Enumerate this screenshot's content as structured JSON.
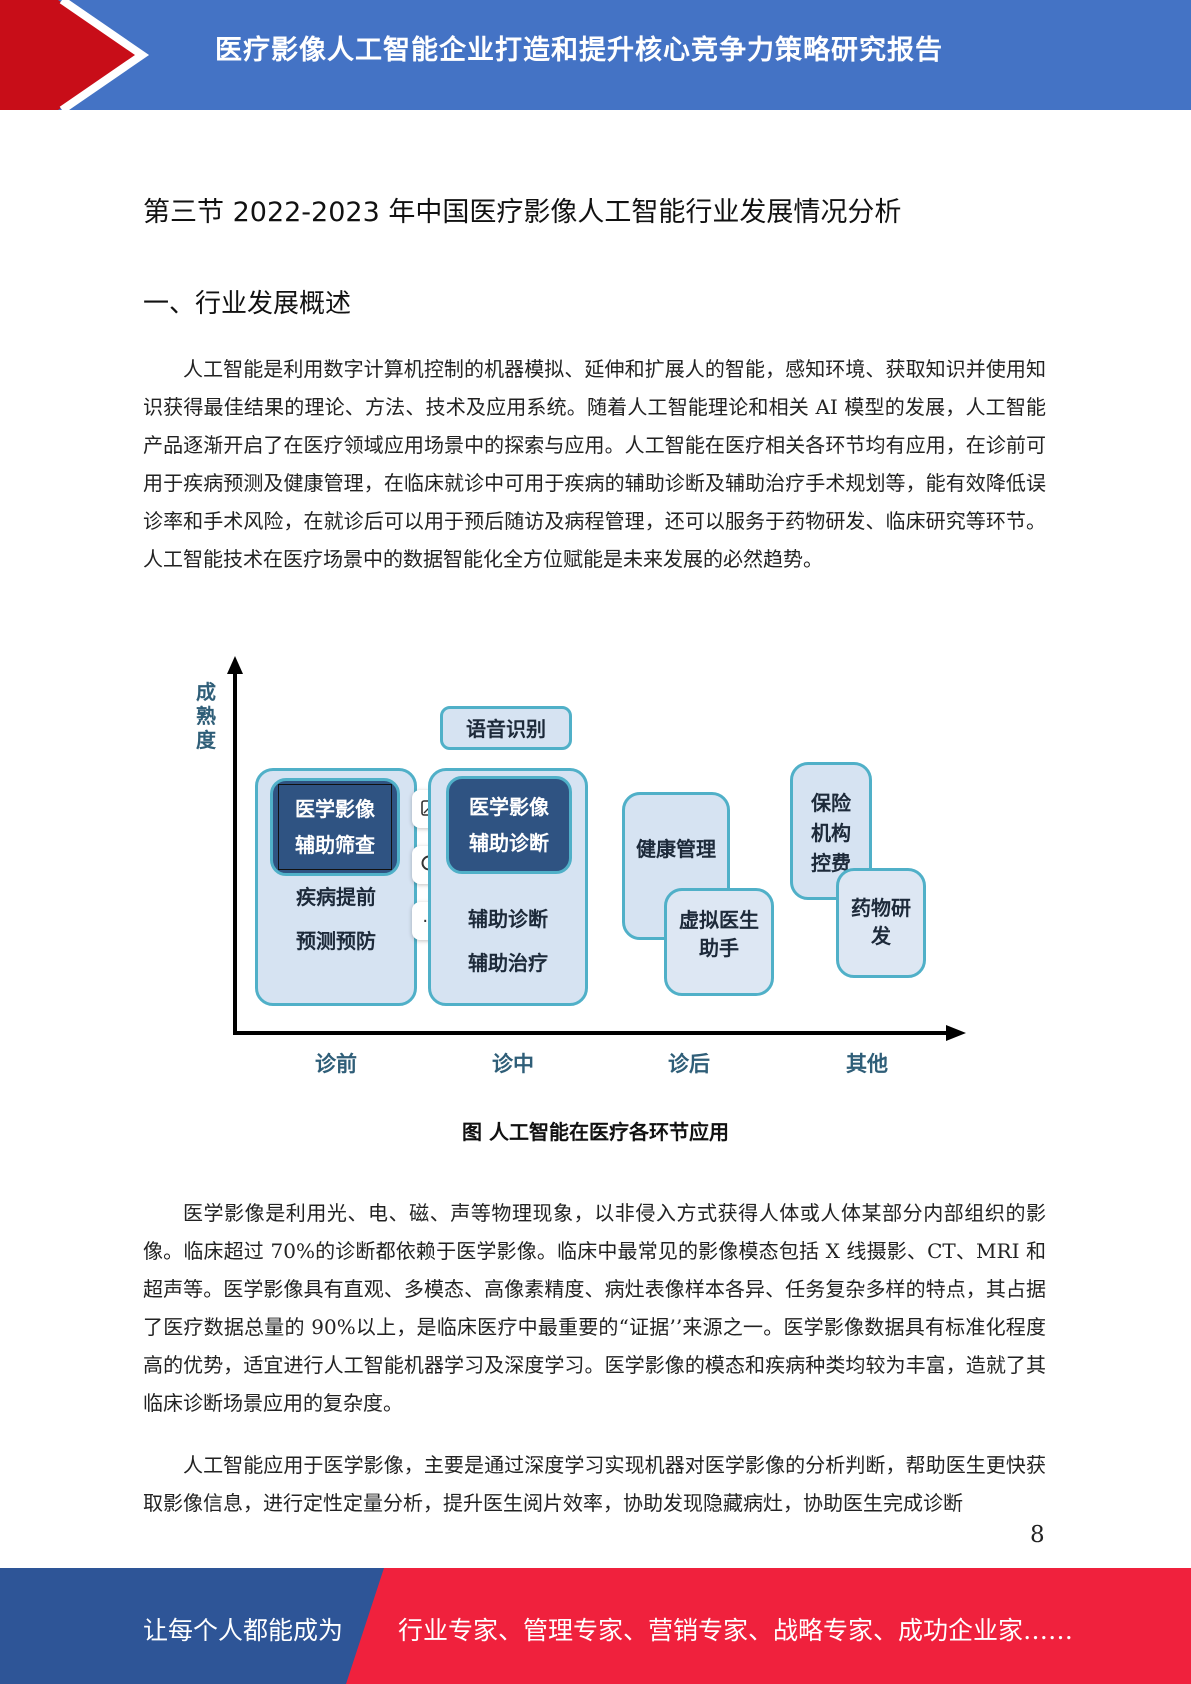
{
  "header": {
    "title": "医疗影像人工智能企业打造和提升核心竞争力策略研究报告"
  },
  "section_title": "第三节 2022-2023 年中国医疗影像人工智能行业发展情况分析",
  "sub_title": "一、行业发展概述",
  "paragraphs": [
    "人工智能是利用数字计算机控制的机器模拟、延伸和扩展人的智能，感知环境、获取知识并使用知识获得最佳结果的理论、方法、技术及应用系统。随着人工智能理论和相关 AI 模型的发展，人工智能产品逐渐开启了在医疗领域应用场景中的探索与应用。人工智能在医疗相关各环节均有应用，在诊前可用于疾病预测及健康管理，在临床就诊中可用于疾病的辅助诊断及辅助治疗手术规划等，能有效降低误诊率和手术风险，在就诊后可以用于预后随访及病程管理，还可以服务于药物研发、临床研究等环节。人工智能技术在医疗场景中的数据智能化全方位赋能是未来发展的必然趋势。",
    "医学影像是利用光、电、磁、声等物理现象，以非侵入方式获得人体或人体某部分内部组织的影像。临床超过 70%的诊断都依赖于医学影像。临床中最常见的影像模态包括 X 线摄影、CT、MRI 和超声等。医学影像具有直观、多模态、高像素精度、病灶表像样本各异、任务复杂多样的特点，其占据了医疗数据总量的 90%以上，是临床医疗中最重要的“证据’’来源之一。医学影像数据具有标准化程度高的优势，适宜进行人工智能机器学习及深度学习。医学影像的模态和疾病种类均较为丰富，造就了其临床诊断场景应用的复杂度。",
    "人工智能应用于医学影像，主要是通过深度学习实现机器对医学影像的分析判断，帮助医生更快获取影像信息，进行定性定量分析，提升医生阅片效率，协助发现隐藏病灶，协助医生完成诊断"
  ],
  "figure": {
    "y_label": "成熟度",
    "x_labels": [
      "诊前",
      "诊中",
      "诊后",
      "其他"
    ],
    "pre": {
      "inner": [
        "医学影像",
        "辅助筛查"
      ],
      "items": [
        "疾病提前",
        "预测预防"
      ]
    },
    "during": {
      "top": "语音识别",
      "inner": [
        "医学影像",
        "辅助诊断"
      ],
      "items": [
        "辅助诊断",
        "辅助治疗"
      ]
    },
    "post": {
      "a": "健康管理",
      "b": [
        "虚拟医生",
        "助手"
      ]
    },
    "other": {
      "a": [
        "保险",
        "机构",
        "控费"
      ],
      "b": [
        "药物研",
        "发"
      ]
    },
    "more_glyph": "···",
    "caption": "图 人工智能在医疗各环节应用"
  },
  "page_number": "8",
  "footer": {
    "left": "让每个人都能成为",
    "right": "行业专家、管理专家、营销专家、战略专家、成功企业家……"
  },
  "colors": {
    "header_blue": "#4473c5",
    "header_red": "#c80d18",
    "footer_blue": "#2e5597",
    "footer_red": "#f0213d"
  }
}
